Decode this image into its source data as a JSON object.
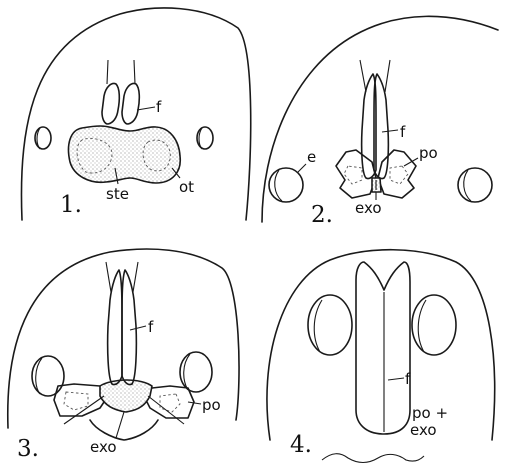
{
  "figures": [
    {
      "number": "1.",
      "labels": {
        "f": "f",
        "ste": "ste",
        "ot": "ot"
      }
    },
    {
      "number": "2.",
      "labels": {
        "f": "f",
        "e": "e",
        "po": "po",
        "exo": "exo"
      }
    },
    {
      "number": "3.",
      "labels": {
        "f": "f",
        "po": "po",
        "exo": "exo"
      }
    },
    {
      "number": "4.",
      "labels": {
        "f": "f",
        "po_exo_line1": "po +",
        "po_exo_line2": "exo"
      }
    }
  ],
  "colors": {
    "ink": "#1a1a1a",
    "stipple": "#8a8a8a",
    "paper": "#ffffff"
  }
}
